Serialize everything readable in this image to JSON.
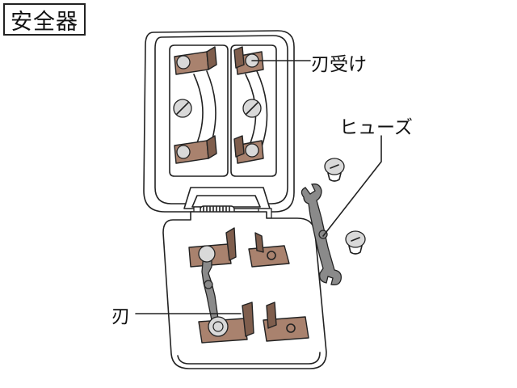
{
  "title": "安全器",
  "labels": {
    "blade_receiver": "刃受け",
    "fuse": "ヒューズ",
    "blade": "刃"
  },
  "colors": {
    "line": "#222222",
    "copper": "#a9826e",
    "copper_dark": "#7f5e4d",
    "fuse_metal": "#8a8a8a",
    "body": "#ffffff"
  }
}
